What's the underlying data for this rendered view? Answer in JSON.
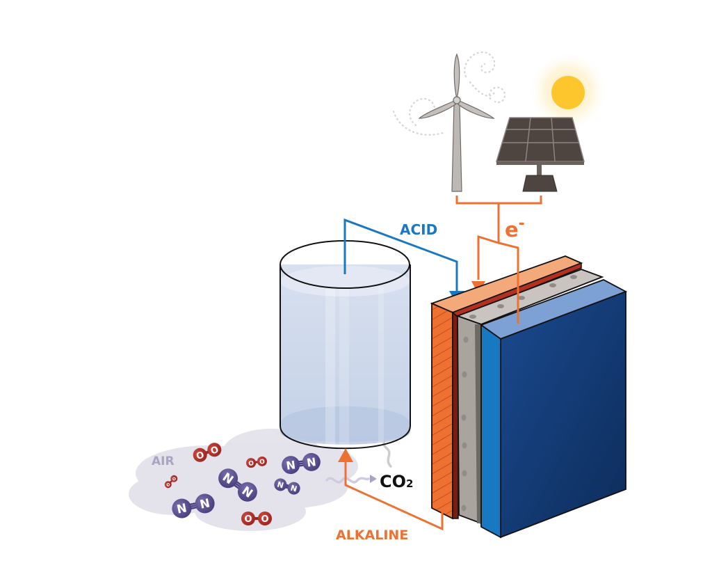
{
  "labels": {
    "acid": "ACID",
    "alkaline": "ALKALINE",
    "electron": "e",
    "electron_sup": "-",
    "co2_main": "CO",
    "co2_sub": "2",
    "air": "AIR"
  },
  "molecules": {
    "o2": [
      "O",
      "O"
    ],
    "n2": [
      "N",
      "N"
    ]
  },
  "colors": {
    "acid": "#1a78c2",
    "alkaline": "#ee7132",
    "electron": "#ee7132",
    "oxygen": "#b5302a",
    "nitrogen": "#5b4f8f",
    "air_cloud": "#dcdae6",
    "air_label": "#a9a3c4",
    "stack_blue": "#15427f",
    "sun": "#fcc62c",
    "solar_panel": "#4e4540",
    "turbine": "#bdb8b4"
  },
  "components": {
    "wind_turbine": "wind-turbine",
    "solar_panel": "solar-panel",
    "sun": "sun",
    "tank": "solution-tank",
    "electrochemical_stack": "electrochemical-cell-stack",
    "air_cloud": "air-cloud"
  }
}
